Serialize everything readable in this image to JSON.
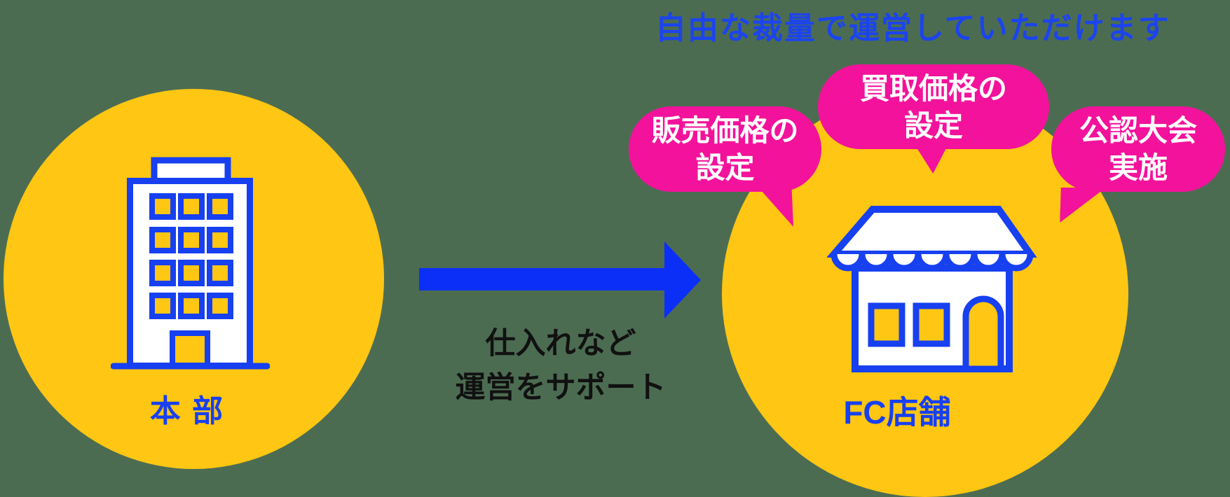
{
  "title": "自由な裁量で運営していただけます",
  "headquarters": {
    "label": "本 部",
    "icon": "building-icon"
  },
  "arrow": {
    "caption_line1": "仕入れなど",
    "caption_line2": "運営をサポート"
  },
  "fc_store": {
    "label": "FC店舗",
    "icon": "store-icon"
  },
  "bubbles": [
    {
      "line1": "販売価格の",
      "line2": "設定"
    },
    {
      "line1": "買取価格の",
      "line2": "設定"
    },
    {
      "line1": "公認大会",
      "line2": "実施"
    }
  ],
  "colors": {
    "yellow_circle": "#FFC613",
    "bubble_pink": "#F3129B",
    "icon_label_blue": "#1740F0",
    "arrow_blue": "#0C2FF8",
    "title_blue": "#1B44EE",
    "caption_black": "#111111",
    "background": "#4C6C52"
  }
}
